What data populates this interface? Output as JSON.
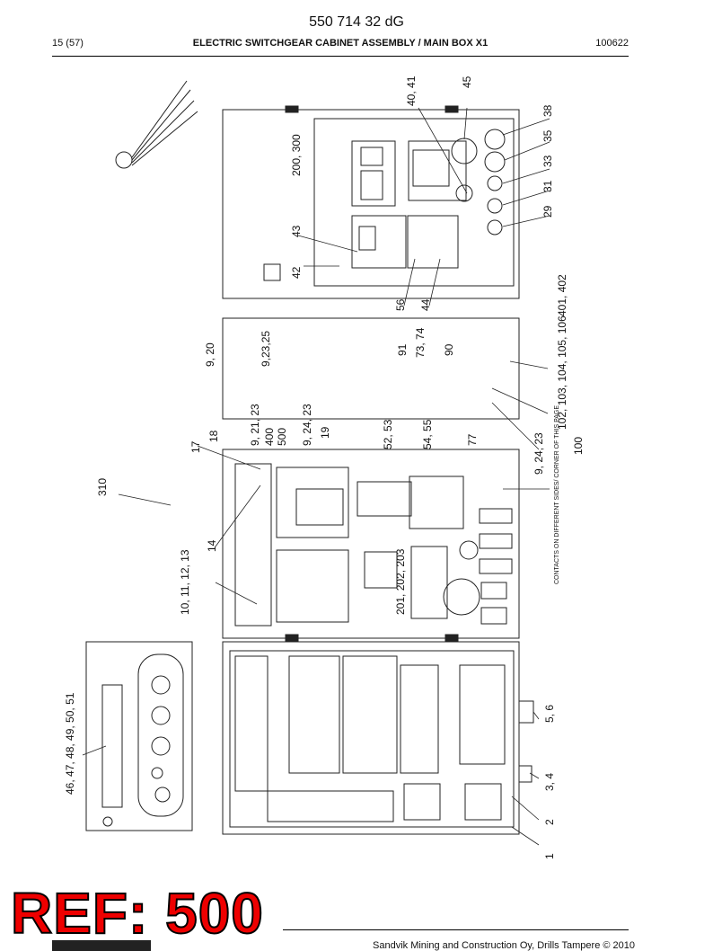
{
  "header": {
    "doc_number": "550 714 32 dG",
    "page": "15 (57)",
    "title": "ELECTRIC SWITCHGEAR CABINET ASSEMBLY / MAIN BOX X1",
    "code": "100622"
  },
  "callouts": {
    "c1": "1",
    "c2": "2",
    "c3_4": "3, 4",
    "c5_6": "5, 6",
    "c9_20": "9, 20",
    "c9_21_23": "9, 21, 23",
    "c9_23_25": "9,23,25",
    "c9_24_23a": "9, 24, 23",
    "c9_24_23b": "9, 24, 23",
    "c10_13": "10, 11, 12, 13",
    "c14": "14",
    "c17": "17",
    "c18": "18",
    "c19": "19",
    "c29": "29",
    "c31": "31",
    "c33": "33",
    "c35": "35",
    "c38": "38",
    "c40_41": "40, 41",
    "c42": "42",
    "c43": "43",
    "c44": "44",
    "c45": "45",
    "c46_51": "46, 47, 48, 49, 50, 51",
    "c52_53": "52, 53",
    "c54_55": "54, 55",
    "c56": "56",
    "c73_74": "73, 74",
    "c77": "77",
    "c90": "90",
    "c91": "91",
    "c100": "100",
    "c102_106": "102, 103, 104, 105, 106",
    "c200_300": "200, 300",
    "c201_203": "201, 202, 203",
    "c310": "310",
    "c400": "400",
    "c401_402": "401, 402",
    "c500": "500"
  },
  "panel_note": "CONTACTS ON DIFFERENT SIDES/ CORNER OF THIS PAGE",
  "stamp": "REF: 500",
  "footer": "Sandvik Mining and Construction Oy, Drills Tampere © 2010"
}
